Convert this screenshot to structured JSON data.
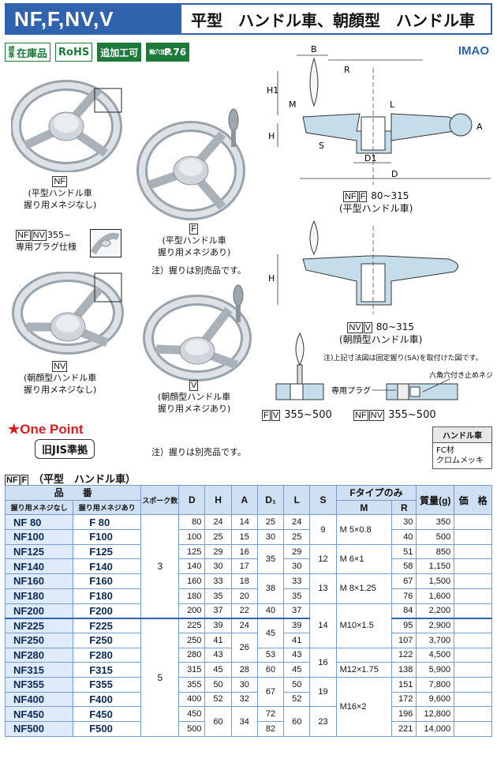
{
  "header": {
    "model": "NF,F,NV,V",
    "title": "平型　ハンドル車、朝顔型　ハンドル車"
  },
  "badges": {
    "stock_small": "標準",
    "stock": "在庫品",
    "rohs": "RoHS",
    "extra": "追加工可",
    "hole_small": "軸穴加工",
    "page": "P.76"
  },
  "brand": "IMAO",
  "illust": {
    "nf_tag": "NF",
    "nf_cap": [
      "(平型ハンドル車",
      "握り用メネジなし)"
    ],
    "plug_tags": [
      "NF",
      "NV"
    ],
    "plug_cap": "355~",
    "plug_cap2": "専用プラグ仕様",
    "f_tag": "F",
    "f_cap": [
      "(平型ハンドル車",
      "握り用メネジあり)"
    ],
    "f_note": "注）握りは別売品です。",
    "nv_tag": "NV",
    "nv_cap": [
      "(朝顔型ハンドル車",
      "握り用メネジなし)"
    ],
    "v_tag": "V",
    "v_cap": [
      "(朝顔型ハンドル車",
      "握り用メネジあり)"
    ],
    "v_note": "注）握りは別売品です。"
  },
  "onepoint": {
    "title": "★One Point",
    "text": "旧JIS準拠"
  },
  "drawings": {
    "dims_top": {
      "B": "B",
      "R": "R",
      "H1": "H1",
      "M": "M",
      "L": "L",
      "H": "H",
      "A": "A",
      "S": "S",
      "D1": "D1",
      "D": "D"
    },
    "flat_tags": [
      "NF",
      "F"
    ],
    "flat_range": "80~315",
    "flat_name": "(平型ハンドル車)",
    "dish_H": "H",
    "dish_tags": [
      "NV",
      "V"
    ],
    "dish_range": "80~315",
    "dish_name": "(朝顔型ハンドル車)",
    "dish_note": "注)上記寸法図は固定握り(SA)を取付けた図です。",
    "plug_label": "専用プラグ",
    "screw_label": "六角穴付き止めネジ",
    "small_left_tags": [
      "F",
      "V"
    ],
    "small_left_range": "355~500",
    "small_right_tags": [
      "NF",
      "NV"
    ],
    "small_right_range": "355~500"
  },
  "material": {
    "header": "ハンドル車",
    "lines": [
      "FC材",
      "クロムメッキ"
    ]
  },
  "table": {
    "title_tags": [
      "NF",
      "F"
    ],
    "title": "（平型　ハンドル車）",
    "headers": {
      "part_no": "品　　番",
      "no_thread": "握り用メネジなし",
      "thread": "握り用メネジあり",
      "spokes": "スポーク数",
      "D": "D",
      "H": "H",
      "A": "A",
      "D1": "D₁",
      "L": "L",
      "S": "S",
      "ftype": "Fタイプのみ",
      "M": "M",
      "R": "R",
      "mass": "質量(g)",
      "price": "価　格"
    },
    "rows": [
      {
        "nf": "NF  80",
        "f": "F  80",
        "D": "80",
        "H": "24",
        "A": "14",
        "D1": "25",
        "L": "24",
        "R": "30",
        "mass": "350"
      },
      {
        "nf": "NF100",
        "f": "F100",
        "D": "100",
        "H": "25",
        "A": "15",
        "D1": "30",
        "L": "25",
        "R": "40",
        "mass": "500"
      },
      {
        "nf": "NF125",
        "f": "F125",
        "D": "125",
        "H": "29",
        "A": "16",
        "D1": "",
        "L": "29",
        "R": "51",
        "mass": "850"
      },
      {
        "nf": "NF140",
        "f": "F140",
        "D": "140",
        "H": "30",
        "A": "17",
        "D1": "",
        "L": "30",
        "R": "58",
        "mass": "1,150"
      },
      {
        "nf": "NF160",
        "f": "F160",
        "D": "160",
        "H": "33",
        "A": "18",
        "D1": "",
        "L": "33",
        "R": "67",
        "mass": "1,500"
      },
      {
        "nf": "NF180",
        "f": "F180",
        "D": "180",
        "H": "35",
        "A": "20",
        "D1": "",
        "L": "35",
        "R": "76",
        "mass": "1,600"
      },
      {
        "nf": "NF200",
        "f": "F200",
        "D": "200",
        "H": "37",
        "A": "22",
        "D1": "40",
        "L": "37",
        "R": "84",
        "mass": "2,200"
      },
      {
        "nf": "NF225",
        "f": "F225",
        "D": "225",
        "H": "39",
        "A": "24",
        "D1": "",
        "L": "39",
        "R": "95",
        "mass": "2,900"
      },
      {
        "nf": "NF250",
        "f": "F250",
        "D": "250",
        "H": "41",
        "A": "",
        "D1": "",
        "L": "41",
        "R": "107",
        "mass": "3,700"
      },
      {
        "nf": "NF280",
        "f": "F280",
        "D": "280",
        "H": "43",
        "A": "",
        "D1": "53",
        "L": "43",
        "R": "122",
        "mass": "4,500"
      },
      {
        "nf": "NF315",
        "f": "F315",
        "D": "315",
        "H": "45",
        "A": "28",
        "D1": "60",
        "L": "45",
        "R": "138",
        "mass": "5,900"
      },
      {
        "nf": "NF355",
        "f": "F355",
        "D": "355",
        "H": "50",
        "A": "30",
        "D1": "",
        "L": "50",
        "R": "151",
        "mass": "7,800"
      },
      {
        "nf": "NF400",
        "f": "F400",
        "D": "400",
        "H": "52",
        "A": "32",
        "D1": "",
        "L": "52",
        "R": "172",
        "mass": "9,600"
      },
      {
        "nf": "NF450",
        "f": "F450",
        "D": "450",
        "H": "",
        "A": "",
        "D1": "72",
        "L": "",
        "R": "196",
        "mass": "12,800"
      },
      {
        "nf": "NF500",
        "f": "F500",
        "D": "500",
        "H": "",
        "A": "",
        "D1": "82",
        "L": "",
        "R": "221",
        "mass": "14,000"
      }
    ],
    "merged": {
      "spokes3": "3",
      "spokes5": "5",
      "S9": "9",
      "S12": "12",
      "S13": "13",
      "S14": "14",
      "S16": "16",
      "S19": "19",
      "S23": "23",
      "M1": "M  5×0.8",
      "M2": "M  6×1",
      "M3": "M  8×1.25",
      "M4": "M10×1.5",
      "M5": "M12×1.75",
      "M6": "M16×2",
      "D1_35": "35",
      "D1_38": "38",
      "D1_45": "45",
      "D1_67": "67",
      "A26": "26",
      "H60": "60",
      "A34": "34",
      "L60": "60"
    }
  }
}
